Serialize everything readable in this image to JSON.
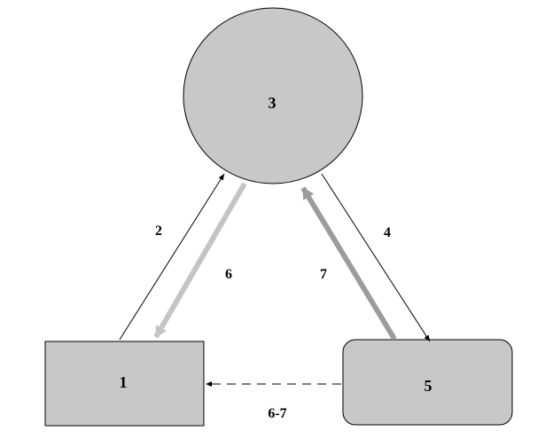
{
  "colors": {
    "node_fill": "#c8c8c8",
    "node_stroke": "#000000",
    "thin_arrow": "#000000",
    "thick_arrow_light": "#c4c4c4",
    "thick_arrow_dark": "#9c9c9c",
    "background": "#ffffff"
  },
  "nodes": {
    "n1": {
      "label": "1",
      "shape": "rectangle"
    },
    "n3": {
      "label": "3",
      "shape": "circle"
    },
    "n5": {
      "label": "5",
      "shape": "rounded-rectangle"
    }
  },
  "edges": {
    "e2": {
      "label": "2",
      "from": "1",
      "to": "3",
      "style": "thin-solid"
    },
    "e4": {
      "label": "4",
      "from": "3",
      "to": "5",
      "style": "thin-solid"
    },
    "e6": {
      "label": "6",
      "from": "3",
      "to": "1",
      "style": "thick-light"
    },
    "e7": {
      "label": "7",
      "from": "5",
      "to": "3",
      "style": "thick-dark"
    },
    "e67": {
      "label": "6-7",
      "from": "5",
      "to": "1",
      "style": "thin-dashed"
    }
  }
}
